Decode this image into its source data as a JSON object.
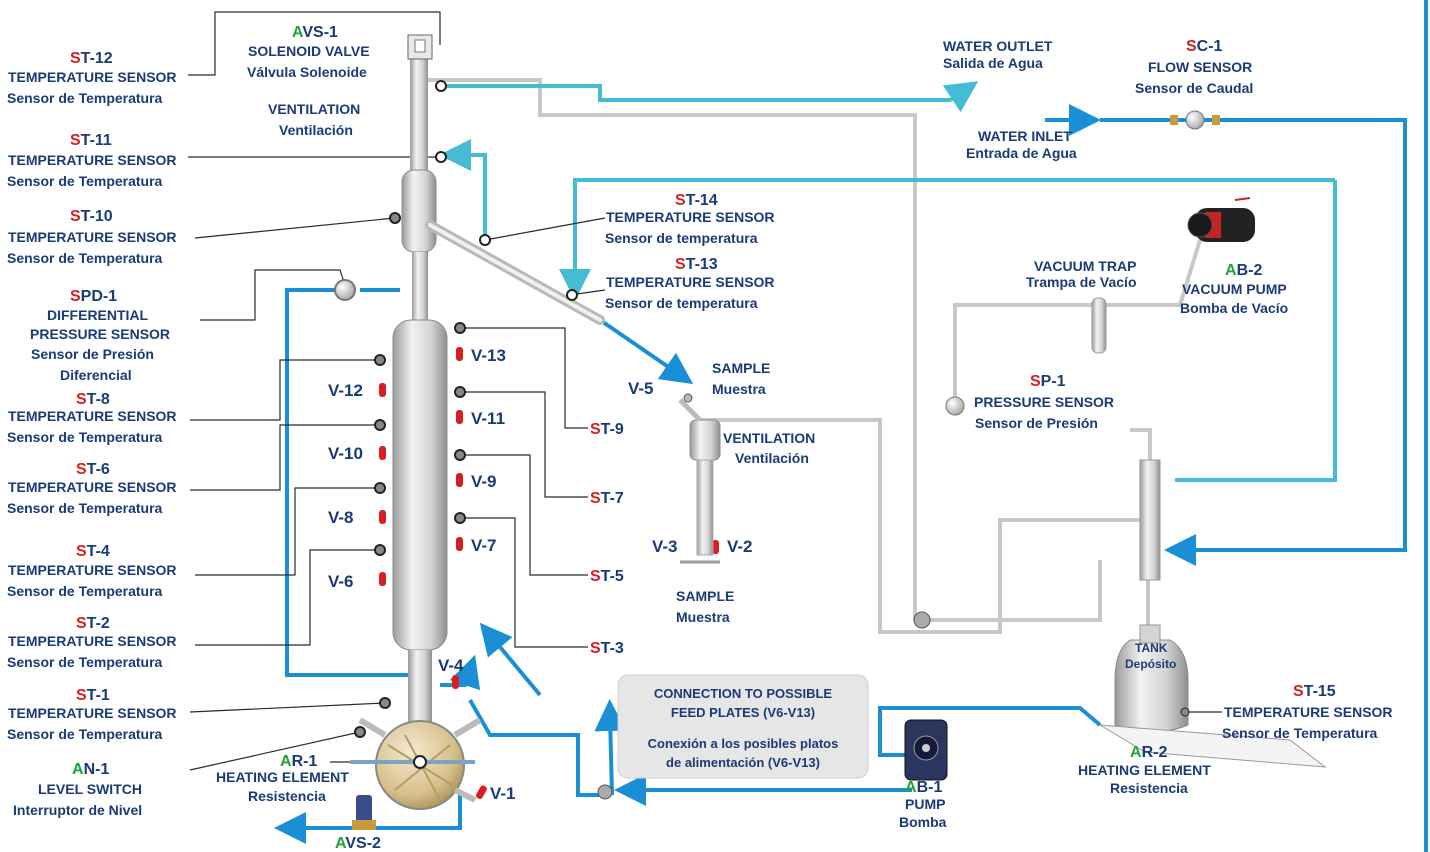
{
  "labels": {
    "avs1": {
      "prefix": "A",
      "code": "VS-1",
      "title": "SOLENOID VALVE",
      "sub": "Válvula Solenoide"
    },
    "ventilation_top": {
      "title": "VENTILATION",
      "sub": "Ventilación"
    },
    "st12": {
      "prefix": "S",
      "code": "T-12",
      "title": "TEMPERATURE SENSOR",
      "sub": "Sensor de Temperatura"
    },
    "st11": {
      "prefix": "S",
      "code": "T-11",
      "title": "TEMPERATURE SENSOR",
      "sub": "Sensor de Temperatura"
    },
    "st10": {
      "prefix": "S",
      "code": "T-10",
      "title": "TEMPERATURE SENSOR",
      "sub": "Sensor de Temperatura"
    },
    "spd1": {
      "prefix": "S",
      "code": "PD-1",
      "title1": "DIFFERENTIAL",
      "title2": "PRESSURE SENSOR",
      "sub1": "Sensor de Presión",
      "sub2": "Diferencial"
    },
    "st8": {
      "prefix": "S",
      "code": "T-8",
      "title": "TEMPERATURE SENSOR",
      "sub": "Sensor de Temperatura"
    },
    "st6": {
      "prefix": "S",
      "code": "T-6",
      "title": "TEMPERATURE SENSOR",
      "sub": "Sensor de Temperatura"
    },
    "st4": {
      "prefix": "S",
      "code": "T-4",
      "title": "TEMPERATURE SENSOR",
      "sub": "Sensor de Temperatura"
    },
    "st2": {
      "prefix": "S",
      "code": "T-2",
      "title": "TEMPERATURE SENSOR",
      "sub": "Sensor de Temperatura"
    },
    "st1": {
      "prefix": "S",
      "code": "T-1",
      "title": "TEMPERATURE SENSOR",
      "sub": "Sensor de Temperatura"
    },
    "an1": {
      "prefix": "A",
      "code": "N-1",
      "title": "LEVEL SWITCH",
      "sub": "Interruptor de Nivel"
    },
    "ar1": {
      "prefix": "A",
      "code": "R-1",
      "title": "HEATING ELEMENT",
      "sub": "Resistencia"
    },
    "avs2": {
      "prefix": "A",
      "code": "VS-2"
    },
    "st14": {
      "prefix": "S",
      "code": "T-14",
      "title": "TEMPERATURE SENSOR",
      "sub": "Sensor de temperatura"
    },
    "st13": {
      "prefix": "S",
      "code": "T-13",
      "title": "TEMPERATURE SENSOR",
      "sub": "Sensor de temperatura"
    },
    "st9": {
      "prefix": "S",
      "code": "T-9"
    },
    "st7": {
      "prefix": "S",
      "code": "T-7"
    },
    "st5": {
      "prefix": "S",
      "code": "T-5"
    },
    "st3": {
      "prefix": "S",
      "code": "T-3"
    },
    "sample_top": {
      "title": "SAMPLE",
      "sub": "Muestra"
    },
    "sample_bottom": {
      "title": "SAMPLE",
      "sub": "Muestra"
    },
    "ventilation_mid": {
      "title": "VENTILATION",
      "sub": "Ventilación"
    },
    "water_outlet": {
      "title": "WATER OUTLET",
      "sub": "Salida de Agua"
    },
    "water_inlet": {
      "title": "WATER INLET",
      "sub": "Entrada de Agua"
    },
    "sc1": {
      "prefix": "S",
      "code": "C-1",
      "title": "FLOW SENSOR",
      "sub": "Sensor de Caudal"
    },
    "vacuum_trap": {
      "title": "VACUUM TRAP",
      "sub": "Trampa de Vacío"
    },
    "ab2": {
      "prefix": "A",
      "code": "B-2",
      "title": "VACUUM PUMP",
      "sub": "Bomba de Vacío"
    },
    "sp1": {
      "prefix": "S",
      "code": "P-1",
      "title": "PRESSURE SENSOR",
      "sub": "Sensor de Presión"
    },
    "tank": {
      "title": "TANK",
      "sub": "Depósito"
    },
    "st15": {
      "prefix": "S",
      "code": "T-15",
      "title": "TEMPERATURE SENSOR",
      "sub": "Sensor de Temperatura"
    },
    "ar2": {
      "prefix": "A",
      "code": "R-2",
      "title": "HEATING ELEMENT",
      "sub": "Resistencia"
    },
    "ab1": {
      "prefix": "A",
      "code": "B-1",
      "title": "PUMP",
      "sub": "Bomba"
    },
    "connection_box": {
      "line1": "CONNECTION TO POSSIBLE",
      "line2": "FEED PLATES (V6-V13)",
      "line3": "Conexión a los posibles platos",
      "line4": "de alimentación (V6-V13)"
    }
  },
  "valves": {
    "v1": "V-1",
    "v2": "V-2",
    "v3": "V-3",
    "v4": "V-4",
    "v5": "V-5",
    "v6": "V-6",
    "v7": "V-7",
    "v8": "V-8",
    "v9": "V-9",
    "v10": "V-10",
    "v11": "V-11",
    "v12": "V-12",
    "v13": "V-13"
  },
  "colors": {
    "label_navy": "#1b3a78",
    "code_red": "#d81e1e",
    "code_green": "#1fa33a",
    "pipe_blue": "#1b8fd6",
    "pipe_cyan": "#46bcd4",
    "pipe_grey": "#c8c8c8"
  }
}
